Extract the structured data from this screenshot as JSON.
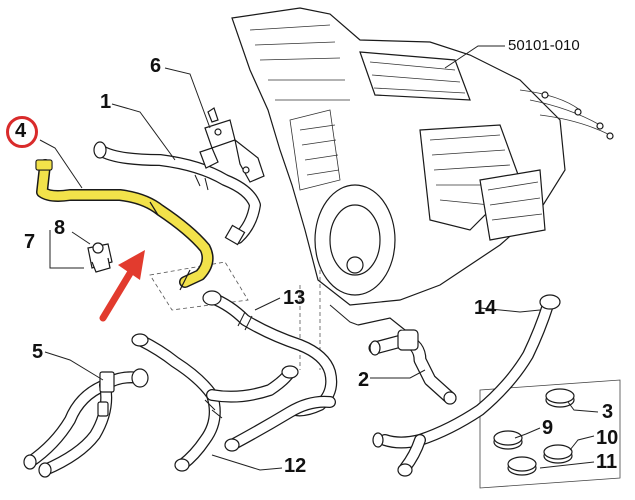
{
  "assembly_ref": "50101-010",
  "callouts": [
    {
      "id": "c1",
      "text": "1"
    },
    {
      "id": "c2",
      "text": "2"
    },
    {
      "id": "c3",
      "text": "3"
    },
    {
      "id": "c4",
      "text": "4"
    },
    {
      "id": "c5",
      "text": "5"
    },
    {
      "id": "c6",
      "text": "6"
    },
    {
      "id": "c7",
      "text": "7"
    },
    {
      "id": "c8",
      "text": "8"
    },
    {
      "id": "c9",
      "text": "9"
    },
    {
      "id": "c10",
      "text": "10"
    },
    {
      "id": "c11",
      "text": "11"
    },
    {
      "id": "c12",
      "text": "12"
    },
    {
      "id": "c13",
      "text": "13"
    },
    {
      "id": "c14",
      "text": "14"
    }
  ],
  "highlight": {
    "callout": "4",
    "ring_color": "#d92b2b",
    "hose_color": "#f2e24a",
    "arrow_color": "#e23b2e"
  }
}
